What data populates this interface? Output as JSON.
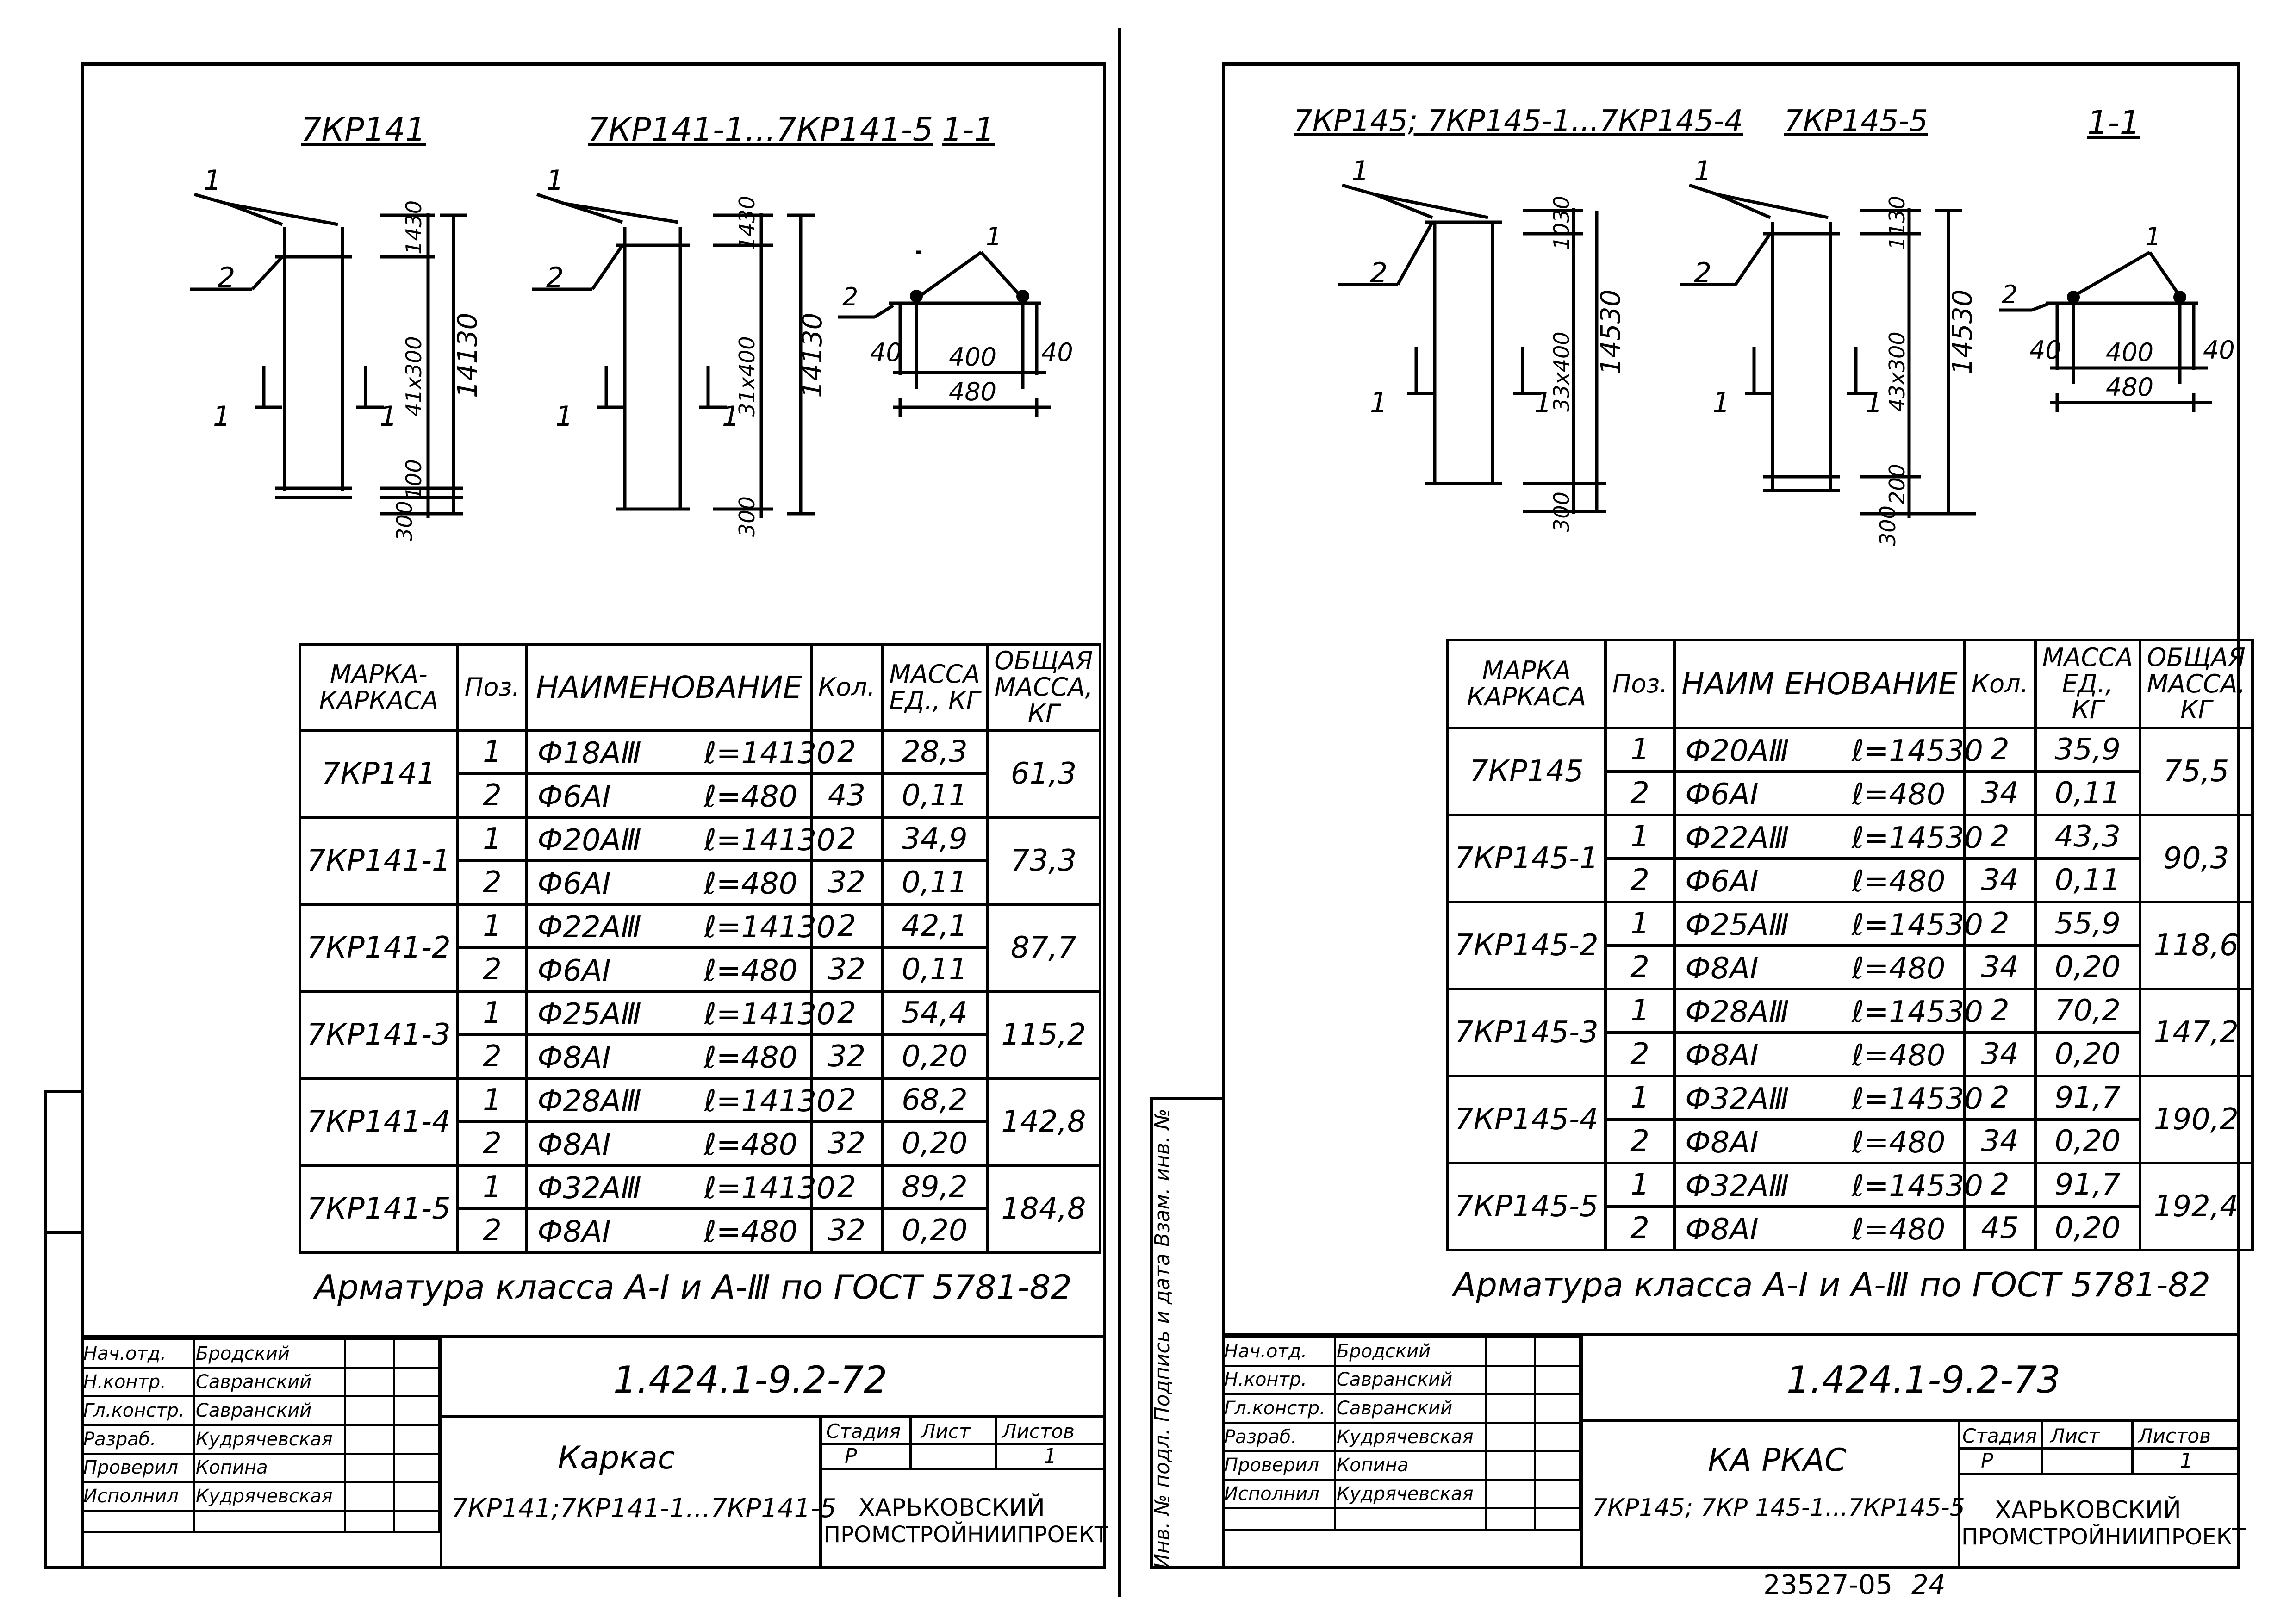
{
  "left": {
    "headers": [
      "7КР141",
      "7КР141-1...7КР141-5",
      "1-1"
    ],
    "elevation1": {
      "dims": [
        "1430",
        "41x300",
        "14130",
        "100",
        "300"
      ],
      "callouts": [
        "1",
        "2"
      ],
      "section": [
        "1",
        "1"
      ]
    },
    "elevation2": {
      "dims": [
        "1430",
        "31x400",
        "14130",
        "300"
      ],
      "callouts": [
        "1",
        "2"
      ],
      "section": [
        "1",
        "1"
      ]
    },
    "section": {
      "dims": [
        "40",
        "400",
        "40",
        "480"
      ],
      "callouts": [
        "1",
        "2"
      ]
    },
    "table": {
      "headers": [
        "МАРКА-КАРКАСА",
        "Поз.",
        "НАИМЕНОВАНИЕ",
        "Кол.",
        "МАССА ЕД., КГ",
        "ОБЩАЯ МАССА, КГ"
      ],
      "groups": [
        {
          "mark": "7КР141",
          "total": "61,3",
          "rows": [
            {
              "pos": "1",
              "dia": "Ф18АⅢ",
              "len": "ℓ=14130",
              "qty": "2",
              "mass": "28,3"
            },
            {
              "pos": "2",
              "dia": "Ф6АⅠ",
              "len": "ℓ=480",
              "qty": "43",
              "mass": "0,11"
            }
          ]
        },
        {
          "mark": "7КР141-1",
          "total": "73,3",
          "rows": [
            {
              "pos": "1",
              "dia": "Ф20АⅢ",
              "len": "ℓ=14130",
              "qty": "2",
              "mass": "34,9"
            },
            {
              "pos": "2",
              "dia": "Ф6АⅠ",
              "len": "ℓ=480",
              "qty": "32",
              "mass": "0,11"
            }
          ]
        },
        {
          "mark": "7КР141-2",
          "total": "87,7",
          "rows": [
            {
              "pos": "1",
              "dia": "Ф22АⅢ",
              "len": "ℓ=14130",
              "qty": "2",
              "mass": "42,1"
            },
            {
              "pos": "2",
              "dia": "Ф6АⅠ",
              "len": "ℓ=480",
              "qty": "32",
              "mass": "0,11"
            }
          ]
        },
        {
          "mark": "7КР141-3",
          "total": "115,2",
          "rows": [
            {
              "pos": "1",
              "dia": "Ф25АⅢ",
              "len": "ℓ=14130",
              "qty": "2",
              "mass": "54,4"
            },
            {
              "pos": "2",
              "dia": "Ф8АⅠ",
              "len": "ℓ=480",
              "qty": "32",
              "mass": "0,20"
            }
          ]
        },
        {
          "mark": "7КР141-4",
          "total": "142,8",
          "rows": [
            {
              "pos": "1",
              "dia": "Ф28АⅢ",
              "len": "ℓ=14130",
              "qty": "2",
              "mass": "68,2"
            },
            {
              "pos": "2",
              "dia": "Ф8АⅠ",
              "len": "ℓ=480",
              "qty": "32",
              "mass": "0,20"
            }
          ]
        },
        {
          "mark": "7КР141-5",
          "total": "184,8",
          "rows": [
            {
              "pos": "1",
              "dia": "Ф32АⅢ",
              "len": "ℓ=14130",
              "qty": "2",
              "mass": "89,2"
            },
            {
              "pos": "2",
              "dia": "Ф8АⅠ",
              "len": "ℓ=480",
              "qty": "32",
              "mass": "0,20"
            }
          ]
        }
      ]
    },
    "note": "Арматура класса А-Ⅰ и А-Ⅲ по ГОСТ 5781-82",
    "stamp": {
      "code": "1.424.1-9.2-72",
      "roles": [
        "Нач.отд.",
        "Н.контр.",
        "Гл.констр.",
        "Разраб.",
        "Проверил",
        "Исполнил"
      ],
      "names": [
        "Бродский",
        "Савранский",
        "Савранский",
        "Кудрячевская",
        "Копина",
        "Кудрячевская"
      ],
      "title1": "Каркас",
      "title2": "7КР141;7КР141-1...7КР141-5",
      "stage_label": "Стадия",
      "sheet_label": "Лист",
      "sheets_label": "Листов",
      "stage": "Р",
      "sheet": "1",
      "org1": "ХАРЬКОВСКИЙ",
      "org2": "ПРОМСТРОЙНИИПРОЕКТ"
    }
  },
  "right": {
    "headers": [
      "7КР145; 7КР145-1...7КР145-4",
      "7КР145-5",
      "1-1"
    ],
    "elevation1": {
      "dims": [
        "1030",
        "33x400",
        "14530",
        "300"
      ],
      "callouts": [
        "1",
        "2"
      ],
      "section": [
        "1",
        "1"
      ]
    },
    "elevation2": {
      "dims": [
        "1130",
        "43x300",
        "14530",
        "200",
        "300"
      ],
      "callouts": [
        "1",
        "2"
      ],
      "section": [
        "1",
        "1"
      ]
    },
    "section": {
      "dims": [
        "40",
        "400",
        "40",
        "480"
      ],
      "callouts": [
        "1",
        "2"
      ]
    },
    "table": {
      "headers": [
        "МАРКА КАРКАСА",
        "Поз.",
        "НАИМ ЕНОВАНИЕ",
        "Кол.",
        "МАССА ЕД., КГ",
        "ОБЩАЯ МАССА, КГ"
      ],
      "groups": [
        {
          "mark": "7КР145",
          "total": "75,5",
          "rows": [
            {
              "pos": "1",
              "dia": "Ф20АⅢ",
              "len": "ℓ=14530",
              "qty": "2",
              "mass": "35,9"
            },
            {
              "pos": "2",
              "dia": "Ф6АⅠ",
              "len": "ℓ=480",
              "qty": "34",
              "mass": "0,11"
            }
          ]
        },
        {
          "mark": "7КР145-1",
          "total": "90,3",
          "rows": [
            {
              "pos": "1",
              "dia": "Ф22АⅢ",
              "len": "ℓ=14530",
              "qty": "2",
              "mass": "43,3"
            },
            {
              "pos": "2",
              "dia": "Ф6АⅠ",
              "len": "ℓ=480",
              "qty": "34",
              "mass": "0,11"
            }
          ]
        },
        {
          "mark": "7КР145-2",
          "total": "118,6",
          "rows": [
            {
              "pos": "1",
              "dia": "Ф25АⅢ",
              "len": "ℓ=14530",
              "qty": "2",
              "mass": "55,9"
            },
            {
              "pos": "2",
              "dia": "Ф8АⅠ",
              "len": "ℓ=480",
              "qty": "34",
              "mass": "0,20"
            }
          ]
        },
        {
          "mark": "7КР145-3",
          "total": "147,2",
          "rows": [
            {
              "pos": "1",
              "dia": "Ф28АⅢ",
              "len": "ℓ=14530",
              "qty": "2",
              "mass": "70,2"
            },
            {
              "pos": "2",
              "dia": "Ф8АⅠ",
              "len": "ℓ=480",
              "qty": "34",
              "mass": "0,20"
            }
          ]
        },
        {
          "mark": "7КР145-4",
          "total": "190,2",
          "rows": [
            {
              "pos": "1",
              "dia": "Ф32АⅢ",
              "len": "ℓ=14530",
              "qty": "2",
              "mass": "91,7"
            },
            {
              "pos": "2",
              "dia": "Ф8АⅠ",
              "len": "ℓ=480",
              "qty": "34",
              "mass": "0,20"
            }
          ]
        },
        {
          "mark": "7КР145-5",
          "total": "192,4",
          "rows": [
            {
              "pos": "1",
              "dia": "Ф32АⅢ",
              "len": "ℓ=14530",
              "qty": "2",
              "mass": "91,7"
            },
            {
              "pos": "2",
              "dia": "Ф8АⅠ",
              "len": "ℓ=480",
              "qty": "45",
              "mass": "0,20"
            }
          ]
        }
      ]
    },
    "note": "Арматура класса А-Ⅰ и А-Ⅲ по ГОСТ 5781-82",
    "side_label": "Инв. № подл. Подпись и дата Взам. инв. №",
    "stamp": {
      "code": "1.424.1-9.2-73",
      "roles": [
        "Нач.отд.",
        "Н.контр.",
        "Гл.констр.",
        "Разраб.",
        "Проверил",
        "Исполнил"
      ],
      "names": [
        "Бродский",
        "Савранский",
        "Савранский",
        "Кудрячевская",
        "Копина",
        "Кудрячевская"
      ],
      "title1": "КА РКАС",
      "title2": "7КР145; 7КР 145-1...7КР145-5",
      "stage_label": "Стадия",
      "sheet_label": "Лист",
      "sheets_label": "Листов",
      "stage": "Р",
      "sheet": "1",
      "org1": "ХАРЬКОВСКИЙ",
      "org2": "ПРОМСТРОЙНИИПРОЕКТ"
    }
  },
  "footer": {
    "number": "23527-05",
    "page": "24"
  }
}
